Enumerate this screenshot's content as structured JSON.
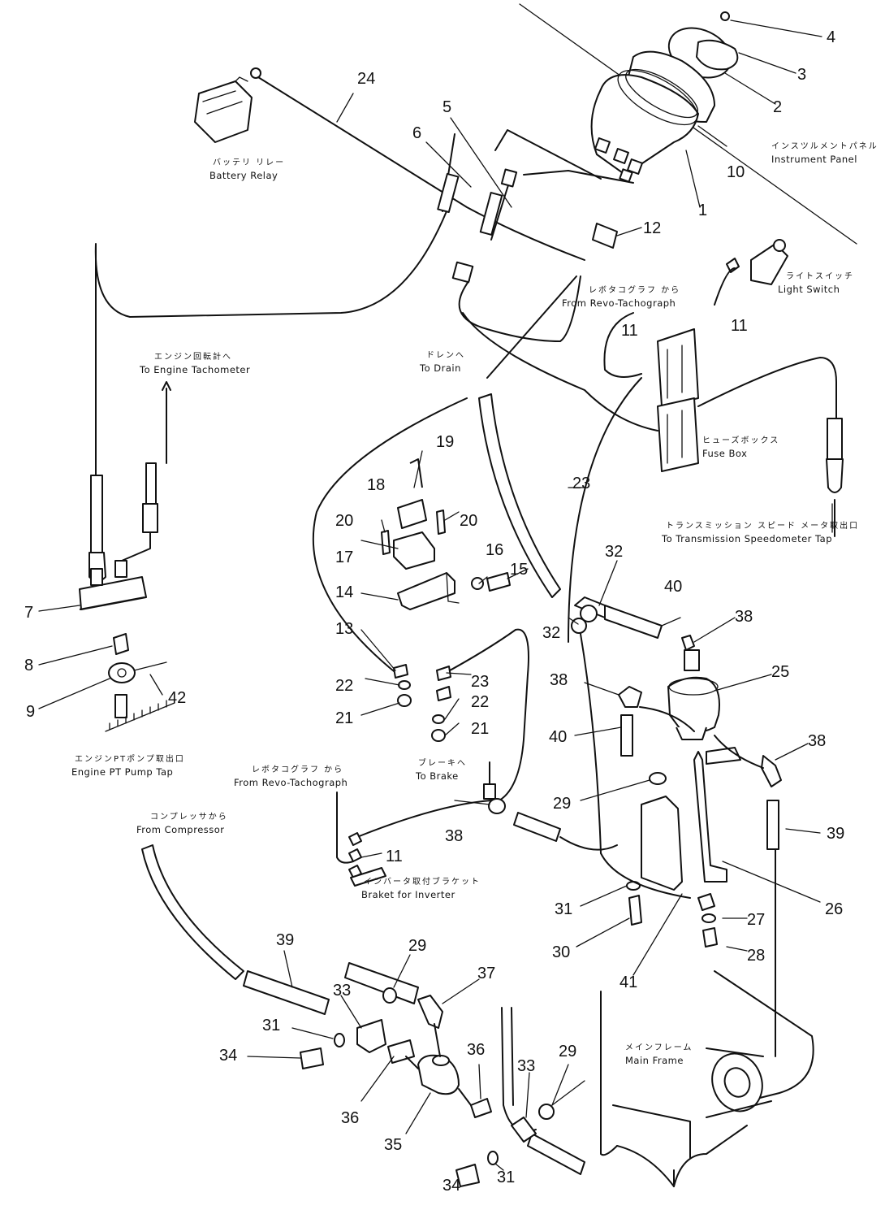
{
  "callouts": {
    "n1": "1",
    "n2": "2",
    "n3": "3",
    "n4": "4",
    "n5": "5",
    "n6": "6",
    "n7": "7",
    "n8": "8",
    "n9": "9",
    "n10": "10",
    "n11a": "11",
    "n11b": "11",
    "n11c": "11",
    "n12": "12",
    "n13": "13",
    "n14": "14",
    "n15": "15",
    "n16": "16",
    "n17": "17",
    "n18": "18",
    "n19": "19",
    "n20a": "20",
    "n20b": "20",
    "n21a": "21",
    "n21b": "21",
    "n22a": "22",
    "n22b": "22",
    "n23a": "23",
    "n23b": "23",
    "n24": "24",
    "n25": "25",
    "n26": "26",
    "n27": "27",
    "n28": "28",
    "n29a": "29",
    "n29b": "29",
    "n29c": "29",
    "n30": "30",
    "n31a": "31",
    "n31b": "31",
    "n31c": "31",
    "n32a": "32",
    "n32b": "32",
    "n33a": "33",
    "n33b": "33",
    "n34a": "34",
    "n34b": "34",
    "n35": "35",
    "n36a": "36",
    "n36b": "36",
    "n37": "37",
    "n38a": "38",
    "n38b": "38",
    "n38c": "38",
    "n38d": "38",
    "n39a": "39",
    "n39b": "39",
    "n40a": "40",
    "n40b": "40",
    "n41": "41",
    "n42": "42"
  },
  "labels": {
    "instrument_panel_jp": "インスツルメントパネル",
    "instrument_panel": "Instrument Panel",
    "battery_relay_jp": "バッテリ リレー",
    "battery_relay": "Battery Relay",
    "light_switch_jp": "ライトスイッチ",
    "light_switch": "Light Switch",
    "from_revo_tachograph_1_jp": "レボタコグラフ から",
    "from_revo_tachograph_1": "From Revo-Tachograph",
    "to_drain_jp": "ドレンへ",
    "to_drain": "To Drain",
    "to_engine_tachometer_jp": "エンジン回転計へ",
    "to_engine_tachometer": "To Engine Tachometer",
    "fuse_box_jp": "ヒューズボックス",
    "fuse_box": "Fuse Box",
    "to_transmission_speedometer_tap_jp": "トランスミッション スピード メータ取出口",
    "to_transmission_speedometer_tap": "To Transmission Speedometer Tap",
    "engine_pt_pump_tap_jp": "エンジンPTポンプ取出口",
    "engine_pt_pump_tap": "Engine PT Pump Tap",
    "to_brake_jp": "ブレーキへ",
    "to_brake": "To Brake",
    "from_revo_tachograph_2_jp": "レボタコグラフ から",
    "from_revo_tachograph_2": "From Revo-Tachograph",
    "from_compressor_jp": "コンプレッサから",
    "from_compressor": "From Compressor",
    "bracket_for_inverter_jp": "インバータ取付ブラケット",
    "bracket_for_inverter": "Braket for Inverter",
    "main_frame_jp": "メインフレーム",
    "main_frame": "Main Frame"
  }
}
